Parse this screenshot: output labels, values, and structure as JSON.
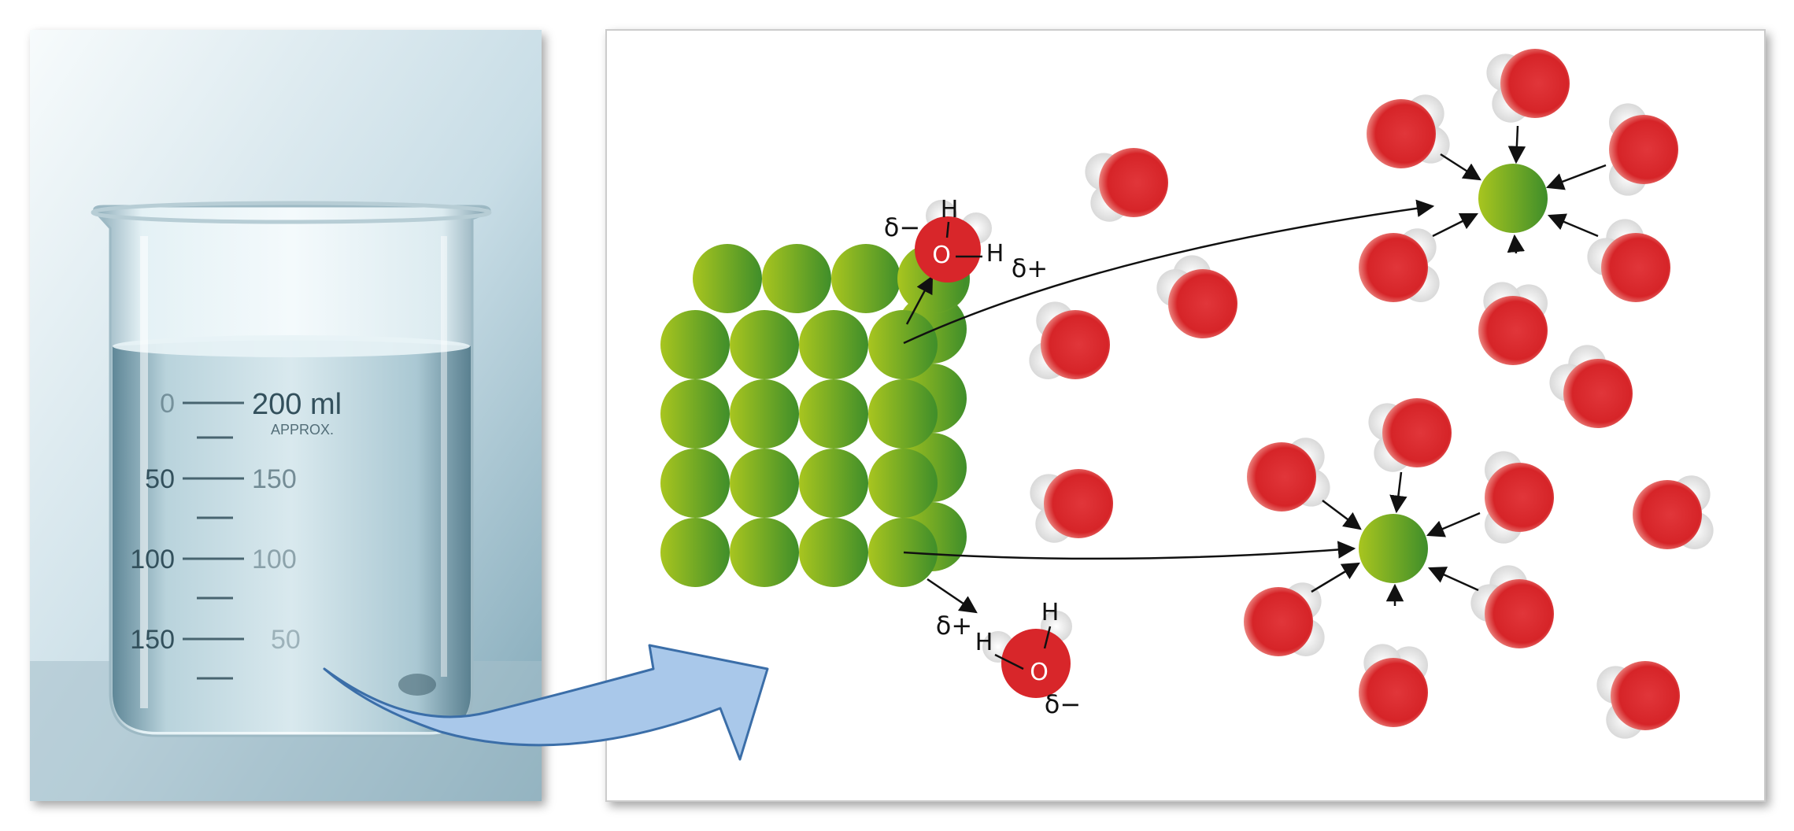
{
  "beaker": {
    "major_marks_left": [
      "0",
      "50",
      "100",
      "150"
    ],
    "major_marks_right": [
      "200 ml",
      "150",
      "100",
      "50"
    ],
    "approx_label": "APPROX."
  },
  "labels": {
    "delta_minus": "δ−",
    "delta_plus": "δ+",
    "oxygen": "O",
    "hydrogen": "H"
  },
  "colors": {
    "water_red": "#d8262a",
    "hydrogen_white": "#f2f2f2",
    "ion_green_light": "#a6c21e",
    "ion_green_dark": "#3f8e2a",
    "transfer_arrow_fill": "#a9c8ea",
    "transfer_arrow_stroke": "#3b6ea8",
    "beaker_tint": "#cfe2ea"
  }
}
